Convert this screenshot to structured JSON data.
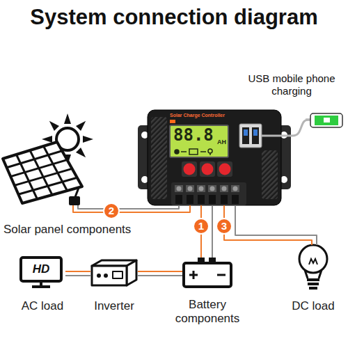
{
  "diagram": {
    "title": "System connection diagram",
    "nodes": [
      {
        "text": [
          "Solar Charge Controller"
        ]
      },
      {
        "text": [
          "USB mobile phone charging"
        ]
      },
      {
        "text": [
          "Solar panel components"
        ]
      },
      {
        "text": [
          "HD",
          "AC load"
        ]
      },
      {
        "text": [
          "Inverter"
        ]
      },
      {
        "text": [
          "Battery components"
        ]
      },
      {
        "text": [
          "DC load"
        ]
      }
    ],
    "edges": [
      {
        "from": 2,
        "to": 0,
        "label": "2",
        "arrow": "none"
      },
      {
        "from": 5,
        "to": 0,
        "label": "1",
        "arrow": "none"
      },
      {
        "from": 6,
        "to": 0,
        "label": "3",
        "arrow": "none"
      },
      {
        "from": 0,
        "to": 1,
        "arrow": "none"
      },
      {
        "from": 3,
        "to": 4,
        "arrow": "none"
      },
      {
        "from": 4,
        "to": 5,
        "arrow": "none"
      }
    ],
    "labels": [
      "88.8",
      "AH"
    ]
  }
}
